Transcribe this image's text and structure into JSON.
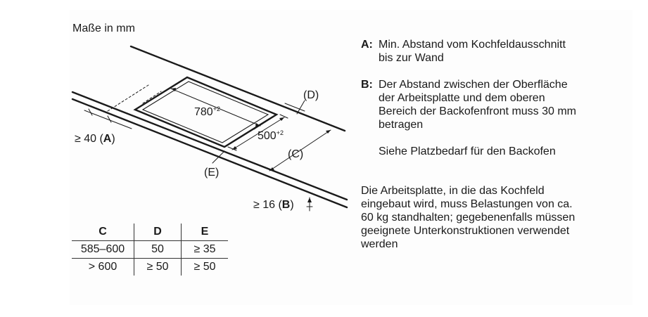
{
  "units_title": "Maße in mm",
  "diagram": {
    "label_d": "(D)",
    "label_c": "(C)",
    "label_e": "(E)",
    "dim_780": "780",
    "dim_780_tol": "+2",
    "dim_500": "500",
    "dim_500_tol": "+2",
    "min_a_prefix": "≥ 40 (",
    "min_a_letter": "A",
    "min_a_suffix": ")",
    "min_b_prefix": "≥ 16 (",
    "min_b_letter": "B",
    "min_b_suffix": ")"
  },
  "table": {
    "headers": [
      "C",
      "D",
      "E"
    ],
    "rows": [
      [
        "585–600",
        "50",
        "≥ 35"
      ],
      [
        "> 600",
        "≥ 50",
        "≥ 50"
      ]
    ]
  },
  "notes": {
    "a_key": "A:",
    "a_line1": "Min. Abstand vom Kochfeldausschnitt",
    "a_line2": "bis zur Wand",
    "b_key": "B:",
    "b_line1": "Der Abstand zwischen der Oberfläche",
    "b_line2": "der Arbeitsplatte und dem oberen",
    "b_line3": "Bereich der Backofenfront muss 30 mm",
    "b_line4": "betragen",
    "b_extra": "Siehe Platzbedarf für den Backofen",
    "load_line1": "Die Arbeitsplatte, in die das Kochfeld",
    "load_line2": "eingebaut wird, muss Belastungen von ca.",
    "load_line3": "60 kg standhalten; gegebenenfalls müssen",
    "load_line4": "geeignete Unterkonstruktionen verwendet",
    "load_line5": "werden"
  }
}
